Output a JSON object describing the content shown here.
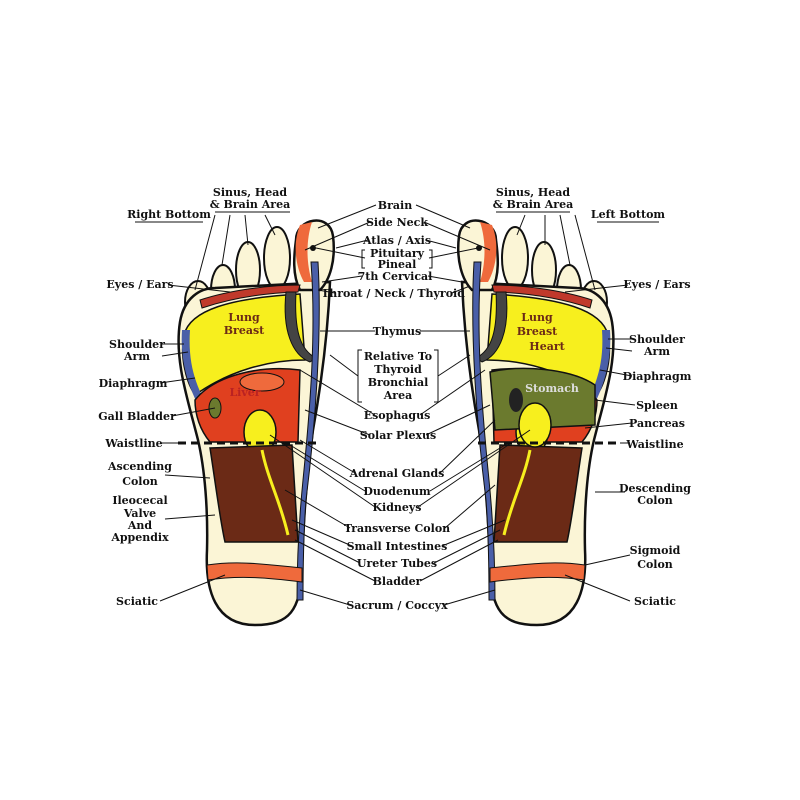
{
  "headers": {
    "right_bottom": "Right Bottom",
    "left_bottom": "Left Bottom",
    "sinus_l1": "Sinus, Head",
    "sinus_l2": "& Brain Area"
  },
  "center_labels": {
    "brain": "Brain",
    "side_neck": "Side Neck",
    "atlas_axis": "Atlas / Axis",
    "pituitary": "Pituitary",
    "pineal": "Pineal",
    "cervical": "7th Cervical",
    "throat": "Throat / Neck / Thyroid",
    "thymus": "Thymus",
    "relative1": "Relative To",
    "relative2": "Thyroid",
    "relative3": "Bronchial",
    "relative4": "Area",
    "esophagus": "Esophagus",
    "solar_plexus": "Solar Plexus",
    "adrenal": "Adrenal Glands",
    "duodenum": "Duodenum",
    "kidneys": "Kidneys",
    "transverse_colon": "Transverse Colon",
    "small_intestines": "Small Intestines",
    "ureter": "Ureter Tubes",
    "bladder": "Bladder",
    "sacrum": "Sacrum / Coccyx"
  },
  "left_labels": {
    "eyes_ears": "Eyes / Ears",
    "shoulder": "Shoulder",
    "arm": "Arm",
    "diaphragm": "Diaphragm",
    "gall_bladder": "Gall Bladder",
    "waistline": "Waistline",
    "ascending1": "Ascending",
    "ascending2": "Colon",
    "ileo1": "Ileocecal",
    "ileo2": "Valve",
    "ileo3": "And",
    "ileo4": "Appendix",
    "sciatic": "Sciatic"
  },
  "right_labels": {
    "eyes_ears": "Eyes / Ears",
    "shoulder": "Shoulder",
    "arm": "Arm",
    "diaphragm": "Diaphragm",
    "spleen": "Spleen",
    "pancreas": "Pancreas",
    "waistline": "Waistline",
    "descending1": "Descending",
    "descending2": "Colon",
    "sigmoid1": "Sigmoid",
    "sigmoid2": "Colon",
    "sciatic": "Sciatic"
  },
  "inner_labels": {
    "lung": "Lung",
    "breast": "Breast",
    "heart": "Heart",
    "liver": "Liver",
    "stomach": "Stomach"
  },
  "colors": {
    "cream": "#fbf5d6",
    "yellow": "#f7ef1e",
    "red": "#e0401f",
    "orange": "#ef6a3c",
    "brown": "#6b2a16",
    "blue": "#4a5fa8",
    "olive": "#6b7a2e",
    "dark": "#333"
  }
}
